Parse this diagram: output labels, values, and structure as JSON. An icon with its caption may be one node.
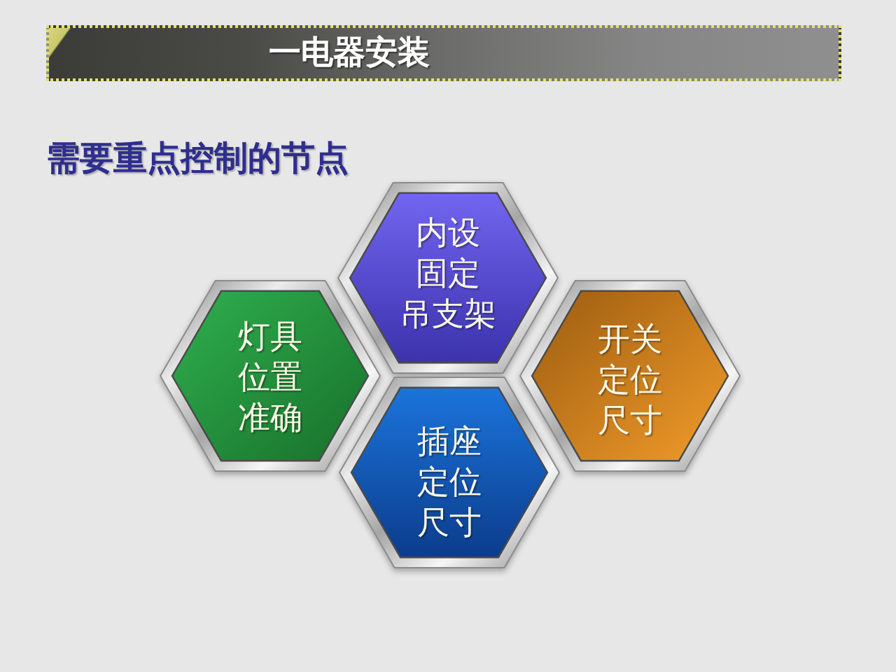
{
  "diagram": {
    "title": "一电器安装",
    "nodes": [
      {
        "text": [
          "内设固定吊支架"
        ]
      },
      {
        "text": [
          "灯具位置准确"
        ]
      },
      {
        "text": [
          "开关定位尺寸"
        ]
      },
      {
        "text": [
          "插座定位尺寸"
        ]
      }
    ],
    "labels": [
      "需要重点控制的节点"
    ]
  }
}
